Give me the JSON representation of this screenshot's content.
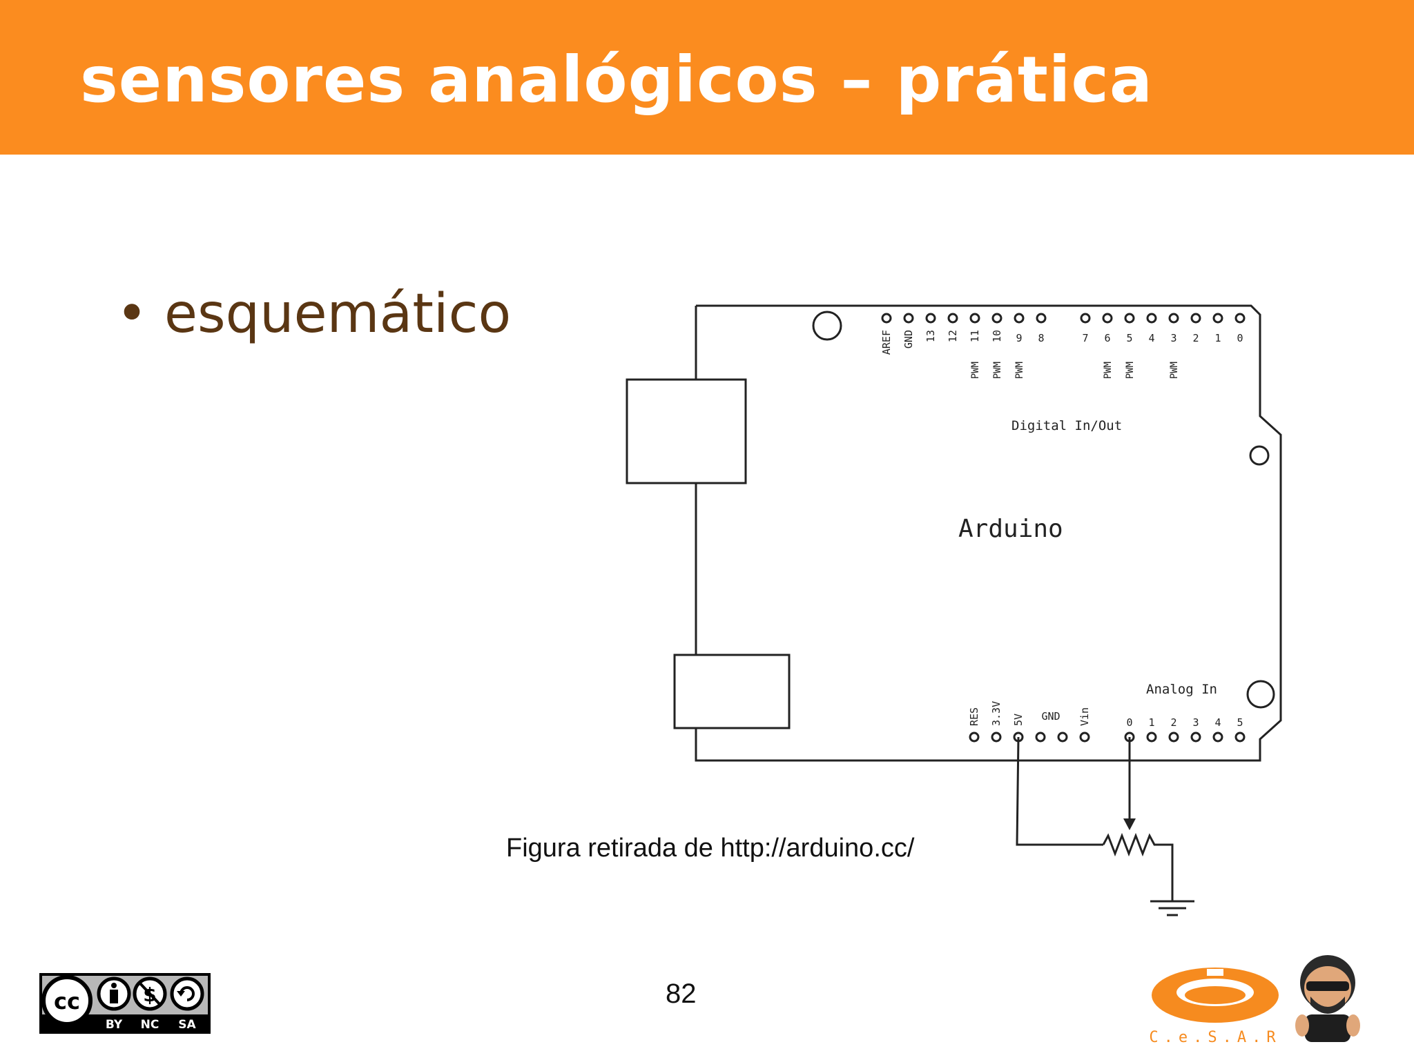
{
  "slide": {
    "title": "sensores analógicos – prática",
    "bullet": "esquemático",
    "caption": "Figura retirada de http://arduino.cc/",
    "page_number": "82"
  },
  "schematic": {
    "board_label": "Arduino",
    "digital_section_label": "Digital In/Out",
    "analog_section_label": "Analog In",
    "digital_pins": [
      "AREF",
      "GND",
      "13",
      "12",
      "11",
      "10",
      "9",
      "8",
      "7",
      "6",
      "5",
      "4",
      "3",
      "2",
      "1",
      "0"
    ],
    "pwm_label": "PWM",
    "power_pins": [
      "RES",
      "3.3V",
      "5V",
      "GND",
      "Vin"
    ],
    "analog_pins": [
      "0",
      "1",
      "2",
      "3",
      "4",
      "5"
    ]
  },
  "license": {
    "labels": [
      "BY",
      "NC",
      "SA"
    ],
    "cc_text": "cc"
  },
  "logo": {
    "text": "C.e.S.A.R"
  },
  "colors": {
    "header_bg": "#fb8c1f",
    "title_text": "#ffffff",
    "bullet_text": "#5a3613",
    "logo_orange": "#f68b1f"
  }
}
